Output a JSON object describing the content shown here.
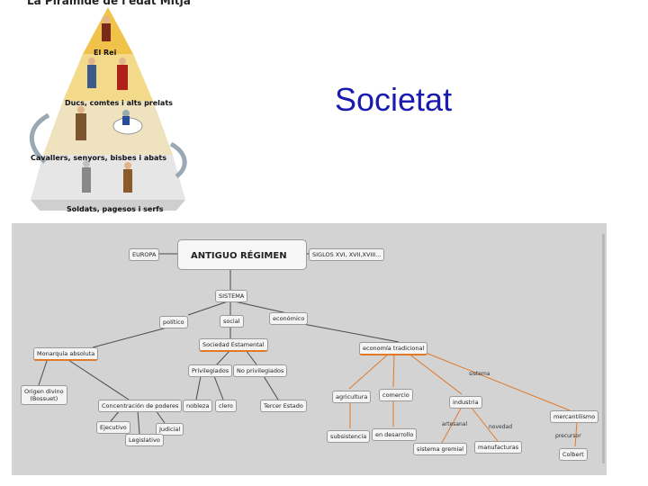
{
  "slide": {
    "title": "Societat"
  },
  "pyramid": {
    "title": "La Piràmide de l'edat Mitja",
    "levels": [
      "El Rei",
      "Ducs, comtes i alts prelats",
      "Cavallers, senyors, bisbes i abats",
      "Soldats, pagesos i serfs"
    ],
    "colors": {
      "top": "#f0c24a",
      "mid": "#f3d98a",
      "low": "#efe3bf",
      "base": "#dcdcdc",
      "arrow": "#9aa8b4"
    }
  },
  "concept_map": {
    "nodes": {
      "europa": "EUROPA",
      "main": "ANTIGUO RÉGIMEN",
      "siglos": "SIGLOS XVI, XVII,XVIII...",
      "sistema": "SISTEMA",
      "politico": "político",
      "social": "social",
      "economico": "económico",
      "monarquia": "Monarquía absoluta",
      "sociedad": "Sociedad Estamental",
      "economia": "economía tradicional",
      "privilegiados": "Privilegiados",
      "no_privilegiados": "No privilegiados",
      "origen": "Origen divino\n(Bossuet)",
      "concentracion": "Concentración de poderes",
      "nobleza": "nobleza",
      "clero": "clero",
      "tercer": "Tercer Estado",
      "agricultura": "agricultura",
      "comercio": "comercio",
      "industria": "industria",
      "mercantilismo": "mercantilismo",
      "ejecutivo": "Ejecutivo",
      "judicial": "Judicial",
      "legislativo": "Legislativo",
      "subsistencia": "subsistencia",
      "desarrollo": "en desarrollo",
      "gremial": "sistema gremial",
      "manufacturas": "manufacturas",
      "colbert": "Colbert"
    },
    "labels": {
      "sistema": "sistema",
      "artesanal": "artesanal",
      "novedad": "novedad",
      "precursor": "precursor"
    },
    "colors": {
      "link": "#4a4a4a",
      "orange": "#e07a2a",
      "blue": "#5a7fb8"
    }
  }
}
